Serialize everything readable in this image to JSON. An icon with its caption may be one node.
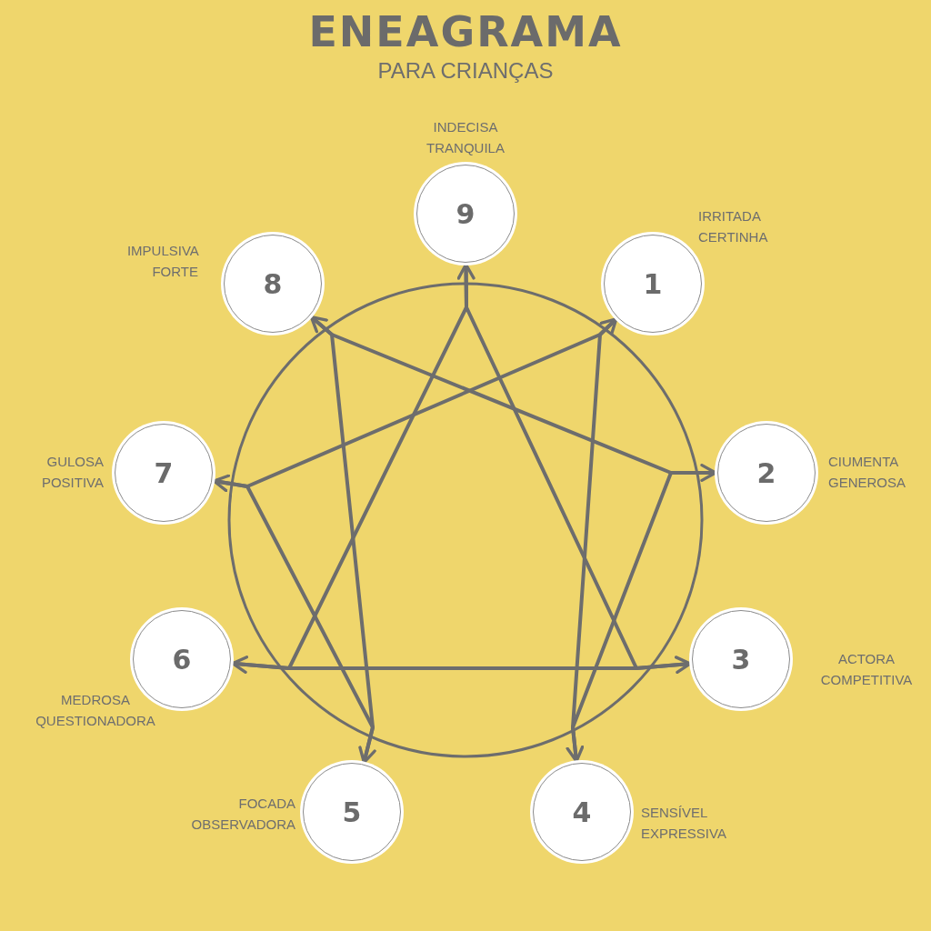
{
  "diagram": {
    "title": "ENEAGRAMA",
    "nodes": [
      {
        "text": [
          "9"
        ],
        "beside": [
          "INDECISA TRANQUILA"
        ]
      },
      {
        "text": [
          "8"
        ],
        "beside": [
          "IMPULSIVA FORTE"
        ]
      },
      {
        "text": [
          "1"
        ],
        "beside": [
          "IRRITADA CERTINHA"
        ]
      },
      {
        "text": [
          "7"
        ],
        "beside": [
          "GULOSA POSITIVA"
        ]
      },
      {
        "text": [
          "2"
        ],
        "beside": [
          "CIUMENTA GENEROSA"
        ]
      },
      {
        "text": [
          "6"
        ],
        "beside": [
          "MEDROSA QUESTIONADORA"
        ]
      },
      {
        "text": [
          "3"
        ],
        "beside": [
          "ACTORA COMPETITIVA"
        ]
      },
      {
        "text": [
          "5"
        ],
        "beside": [
          "FOCADA OBSERVADORA"
        ]
      },
      {
        "text": [
          "4"
        ],
        "beside": [
          "SENSÍVEL EXPRESSIVA"
        ]
      }
    ],
    "edges": [
      {
        "from": 0,
        "to": 5,
        "arrow": "to"
      },
      {
        "from": 5,
        "to": 6,
        "arrow": "to"
      },
      {
        "from": 6,
        "to": 0,
        "arrow": "to"
      },
      {
        "from": 2,
        "to": 8,
        "arrow": "to"
      },
      {
        "from": 8,
        "to": 4,
        "arrow": "to"
      },
      {
        "from": 4,
        "to": 1,
        "arrow": "to"
      },
      {
        "from": 1,
        "to": 7,
        "arrow": "to"
      },
      {
        "from": 7,
        "to": 3,
        "arrow": "to"
      },
      {
        "from": 3,
        "to": 2,
        "arrow": "to"
      }
    ],
    "labels": [
      "PARA CRIANÇAS"
    ]
  }
}
